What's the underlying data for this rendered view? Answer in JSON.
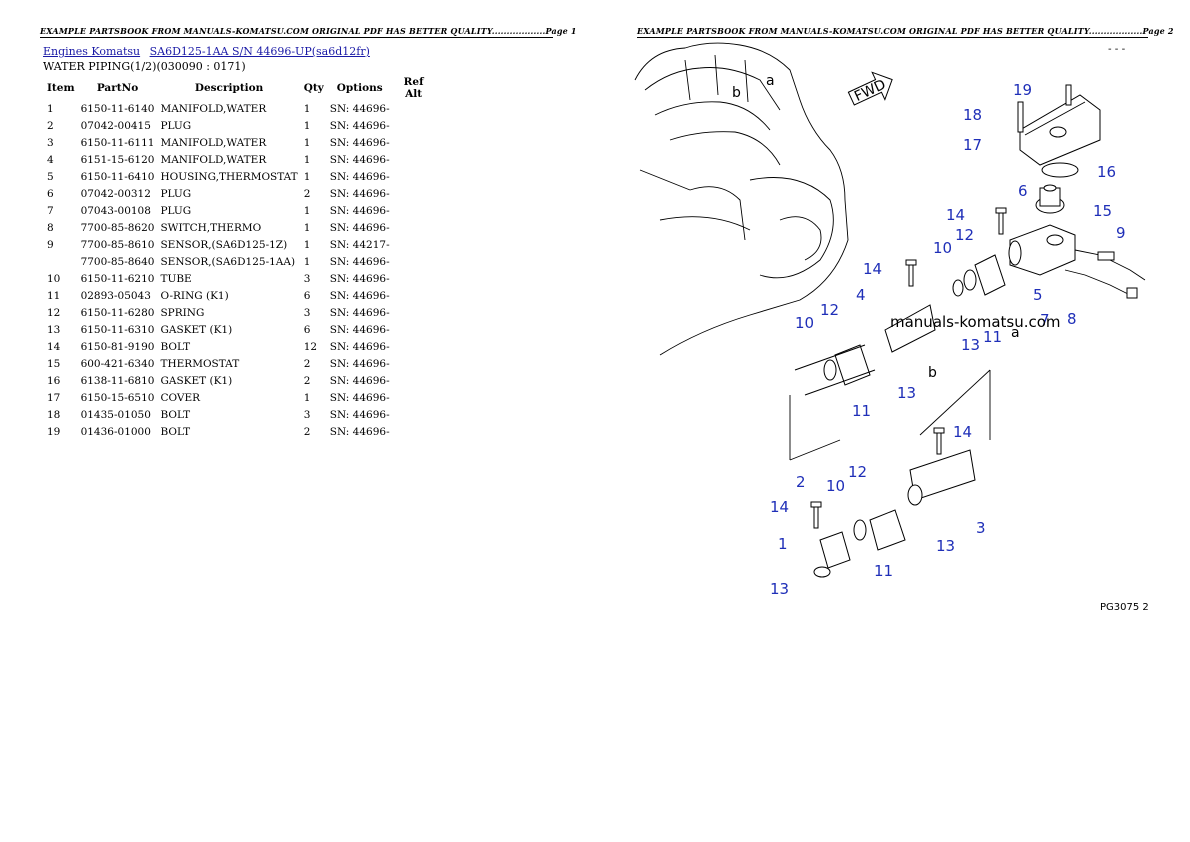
{
  "header": {
    "page1": "EXAMPLE PARTSBOOK FROM MANUALS-KOMATSU.COM ORIGINAL PDF HAS BETTER QUALITY..................Page 1",
    "page2": "EXAMPLE PARTSBOOK FROM MANUALS-KOMATSU.COM ORIGINAL PDF HAS BETTER QUALITY..................Page 2"
  },
  "breadcrumb": {
    "link1": "Engines Komatsu",
    "link2": "SA6D125-1AA S/N 44696-UP(sa6d12fr)"
  },
  "section_title": "WATER PIPING(1/2)(030090 : 0171)",
  "table": {
    "headers": [
      "Item",
      "PartNo",
      "Description",
      "Qty",
      "Options",
      "Ref Alt"
    ],
    "rows": [
      {
        "item": "1",
        "part": "6150-11-6140",
        "desc": "MANIFOLD,WATER",
        "qty": "1",
        "opt": "SN: 44696-",
        "ref": ""
      },
      {
        "item": "2",
        "part": "07042-00415",
        "desc": "PLUG",
        "qty": "1",
        "opt": "SN: 44696-",
        "ref": ""
      },
      {
        "item": "3",
        "part": "6150-11-6111",
        "desc": "MANIFOLD,WATER",
        "qty": "1",
        "opt": "SN: 44696-",
        "ref": ""
      },
      {
        "item": "4",
        "part": "6151-15-6120",
        "desc": "MANIFOLD,WATER",
        "qty": "1",
        "opt": "SN: 44696-",
        "ref": ""
      },
      {
        "item": "5",
        "part": "6150-11-6410",
        "desc": "HOUSING,THERMOSTAT",
        "qty": "1",
        "opt": "SN: 44696-",
        "ref": ""
      },
      {
        "item": "6",
        "part": "07042-00312",
        "desc": "PLUG",
        "qty": "2",
        "opt": "SN: 44696-",
        "ref": ""
      },
      {
        "item": "7",
        "part": "07043-00108",
        "desc": "PLUG",
        "qty": "1",
        "opt": "SN: 44696-",
        "ref": ""
      },
      {
        "item": "8",
        "part": "7700-85-8620",
        "desc": "SWITCH,THERMO",
        "qty": "1",
        "opt": "SN: 44696-",
        "ref": ""
      },
      {
        "item": "9",
        "part": "7700-85-8610",
        "desc": "SENSOR,(SA6D125-1Z)",
        "qty": "1",
        "opt": "SN: 44217-",
        "ref": ""
      },
      {
        "item": "",
        "part": "7700-85-8640",
        "desc": "SENSOR,(SA6D125-1AA)",
        "qty": "1",
        "opt": "SN: 44696-",
        "ref": ""
      },
      {
        "item": "10",
        "part": "6150-11-6210",
        "desc": "TUBE",
        "qty": "3",
        "opt": "SN: 44696-",
        "ref": ""
      },
      {
        "item": "11",
        "part": "02893-05043",
        "desc": "O-RING (K1)",
        "qty": "6",
        "opt": "SN: 44696-",
        "ref": ""
      },
      {
        "item": "12",
        "part": "6150-11-6280",
        "desc": "SPRING",
        "qty": "3",
        "opt": "SN: 44696-",
        "ref": ""
      },
      {
        "item": "13",
        "part": "6150-11-6310",
        "desc": "GASKET (K1)",
        "qty": "6",
        "opt": "SN: 44696-",
        "ref": ""
      },
      {
        "item": "14",
        "part": "6150-81-9190",
        "desc": "BOLT",
        "qty": "12",
        "opt": "SN: 44696-",
        "ref": ""
      },
      {
        "item": "15",
        "part": "600-421-6340",
        "desc": "THERMOSTAT",
        "qty": "2",
        "opt": "SN: 44696-",
        "ref": ""
      },
      {
        "item": "16",
        "part": "6138-11-6810",
        "desc": "GASKET (K1)",
        "qty": "2",
        "opt": "SN: 44696-",
        "ref": ""
      },
      {
        "item": "17",
        "part": "6150-15-6510",
        "desc": "COVER",
        "qty": "1",
        "opt": "SN: 44696-",
        "ref": ""
      },
      {
        "item": "18",
        "part": "01435-01050",
        "desc": "BOLT",
        "qty": "3",
        "opt": "SN: 44696-",
        "ref": ""
      },
      {
        "item": "19",
        "part": "01436-01000",
        "desc": "BOLT",
        "qty": "2",
        "opt": "SN: 44696-",
        "ref": ""
      }
    ]
  },
  "diagram": {
    "callouts": [
      "19",
      "18",
      "17",
      "16",
      "15",
      "6",
      "14",
      "9",
      "10",
      "12",
      "14",
      "4",
      "5",
      "7",
      "8",
      "11",
      "12",
      "10",
      "13",
      "13",
      "11",
      "14",
      "2",
      "10",
      "12",
      "14",
      "3",
      "1",
      "13",
      "11",
      "13"
    ],
    "letters": [
      "a",
      "b",
      "a",
      "b"
    ],
    "fwd_label": "FWD",
    "watermark": "manuals-komatsu.com",
    "figure_code": "PG3075 2",
    "top_right_code": "- - -"
  }
}
